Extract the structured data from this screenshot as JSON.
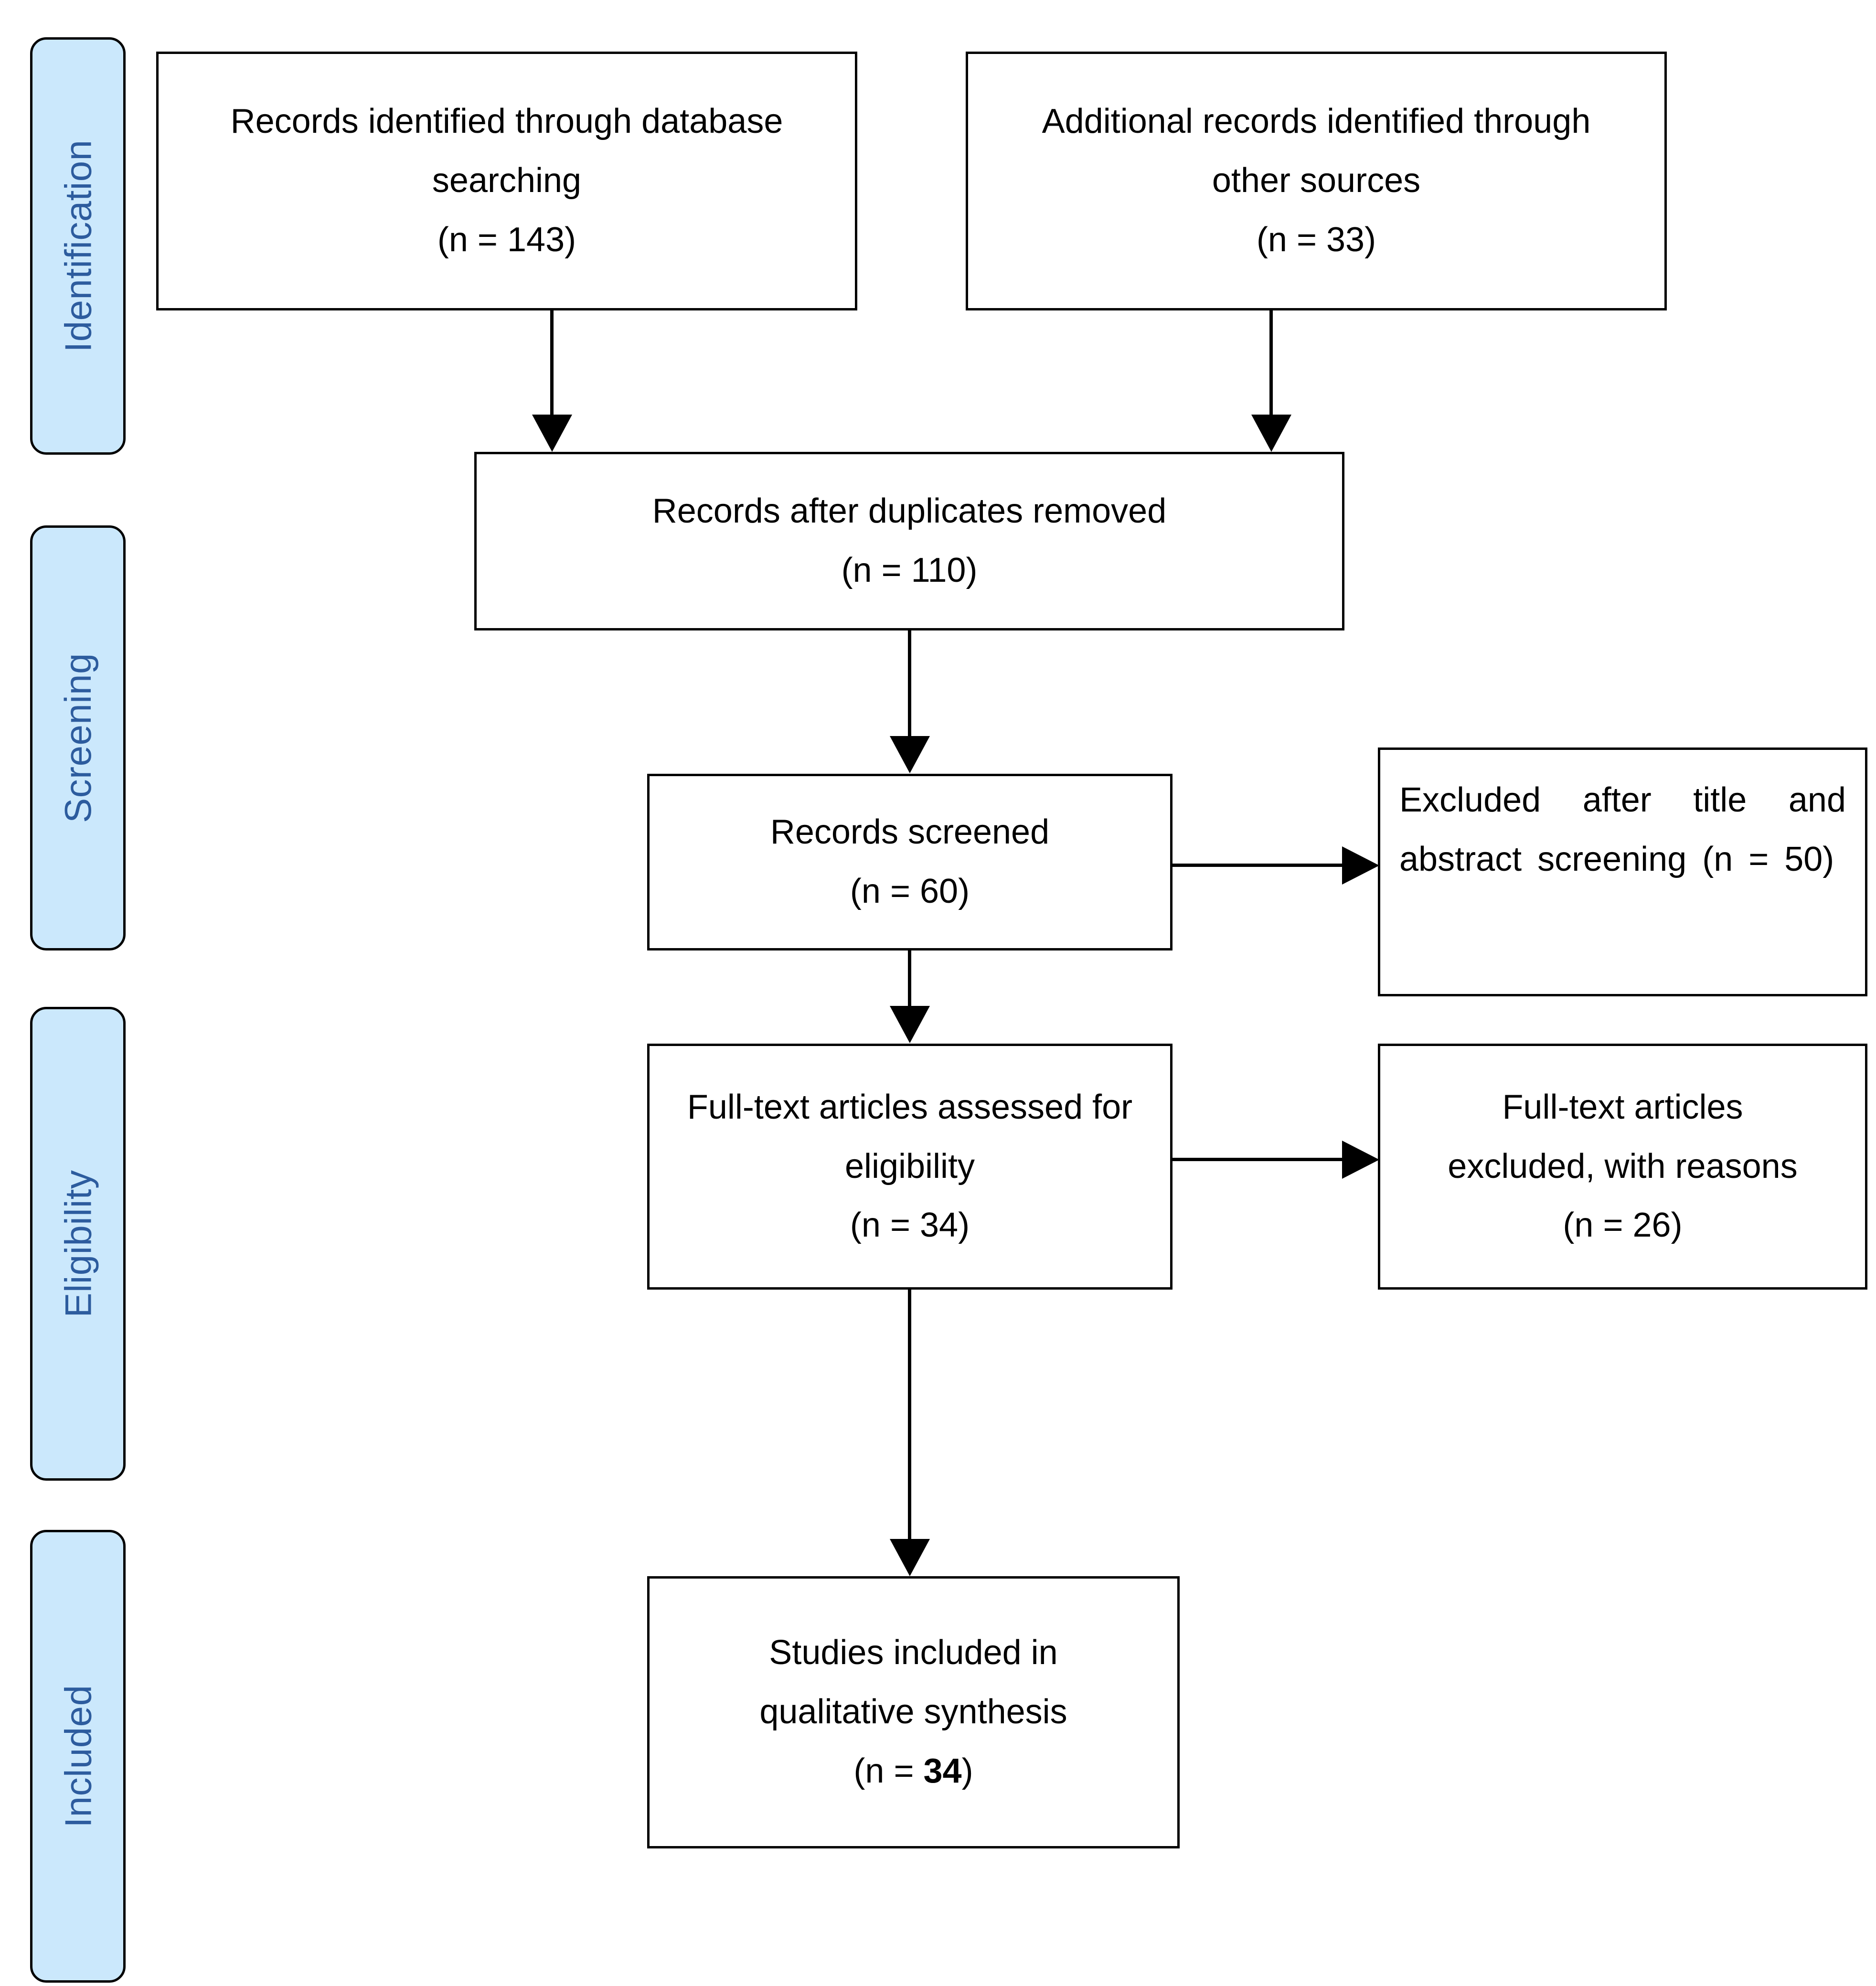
{
  "diagram": {
    "type": "PRISMA flow diagram",
    "colors": {
      "stage_fill": "#cbe8fc",
      "stage_text": "#2d5c9e",
      "box_border": "#000000",
      "box_fill": "#ffffff",
      "connector": "#000000"
    }
  },
  "stages": [
    {
      "id": "identification",
      "label": "Identification"
    },
    {
      "id": "screening",
      "label": "Screening"
    },
    {
      "id": "eligibility",
      "label": "Eligibility"
    },
    {
      "id": "included",
      "label": "Included"
    }
  ],
  "boxes": {
    "database_records": {
      "line1": "Records identified through database",
      "line2": "searching",
      "line3": "(n = 143)",
      "count": 143
    },
    "other_records": {
      "line1": "Additional records identified through",
      "line2": "other sources",
      "line3": "(n = 33)",
      "count": 33
    },
    "after_duplicates": {
      "line1": "Records after duplicates removed",
      "line2": "(n = 110)",
      "count": 110
    },
    "records_screened": {
      "line1": "Records screened",
      "line2": "(n = 60)",
      "count": 60
    },
    "excluded_title_abstract": {
      "paragraph": "Excluded after title and abstract screening (n = 50)",
      "count": 50
    },
    "fulltext_assessed": {
      "line1": "Full-text articles assessed for",
      "line2": "eligibility",
      "line3": "(n = 34)",
      "count": 34
    },
    "fulltext_excluded": {
      "line1": "Full-text articles",
      "line2": "excluded, with reasons",
      "line3": "(n = 26)",
      "count": 26
    },
    "studies_included": {
      "line1": "Studies included in",
      "line2": "qualitative synthesis",
      "line3_prefix": "(n = ",
      "line3_count": "34",
      "line3_suffix": ")",
      "count": 34
    }
  }
}
